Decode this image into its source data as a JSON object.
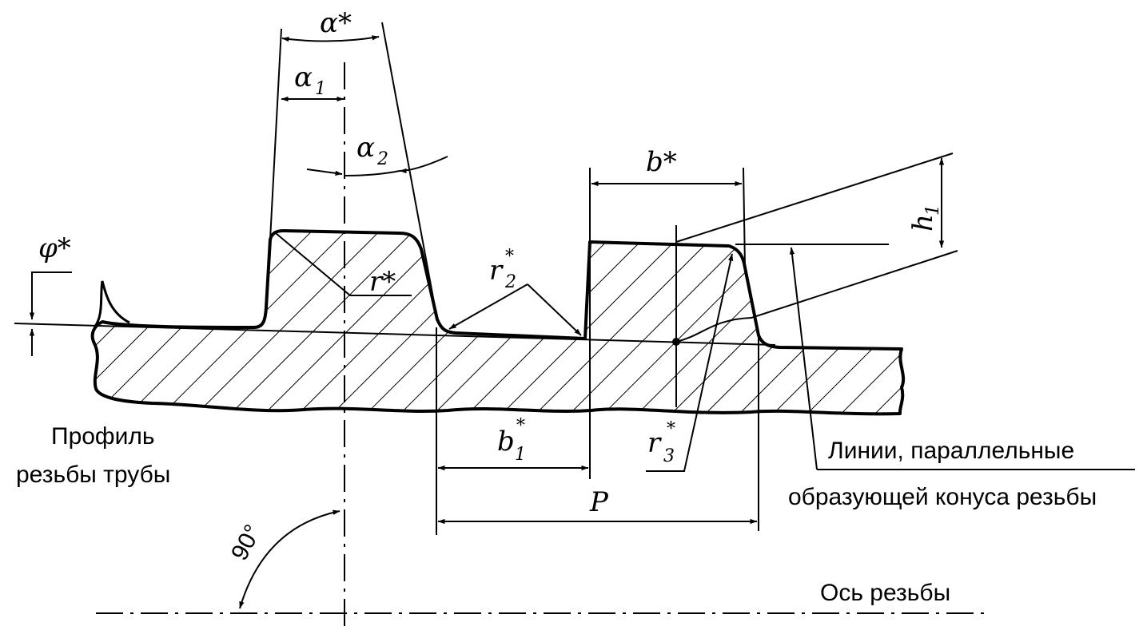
{
  "symbols": {
    "alpha_star": "α*",
    "alpha1_base": "α",
    "alpha1_sub": "1",
    "alpha2_base": "α",
    "alpha2_sub": "2",
    "b_star": "b*",
    "h1_base": "h",
    "h1_sub": "1",
    "phi_star": "φ*",
    "r_star": "r*",
    "r2_base": "r",
    "r2_sub": "2",
    "r2_star": "*",
    "b1_base": "b",
    "b1_sub": "1",
    "b1_star": "*",
    "r3_base": "r",
    "r3_sub": "3",
    "r3_star": "*",
    "pitch": "P",
    "angle_90": "90°"
  },
  "captions": {
    "profile_line1": "Профиль",
    "profile_line2": "резьбы трубы",
    "parallel_line1": "Линии, параллельные",
    "parallel_line2": "образующей конуса резьбы",
    "thread_axis": "Ось резьбы"
  }
}
